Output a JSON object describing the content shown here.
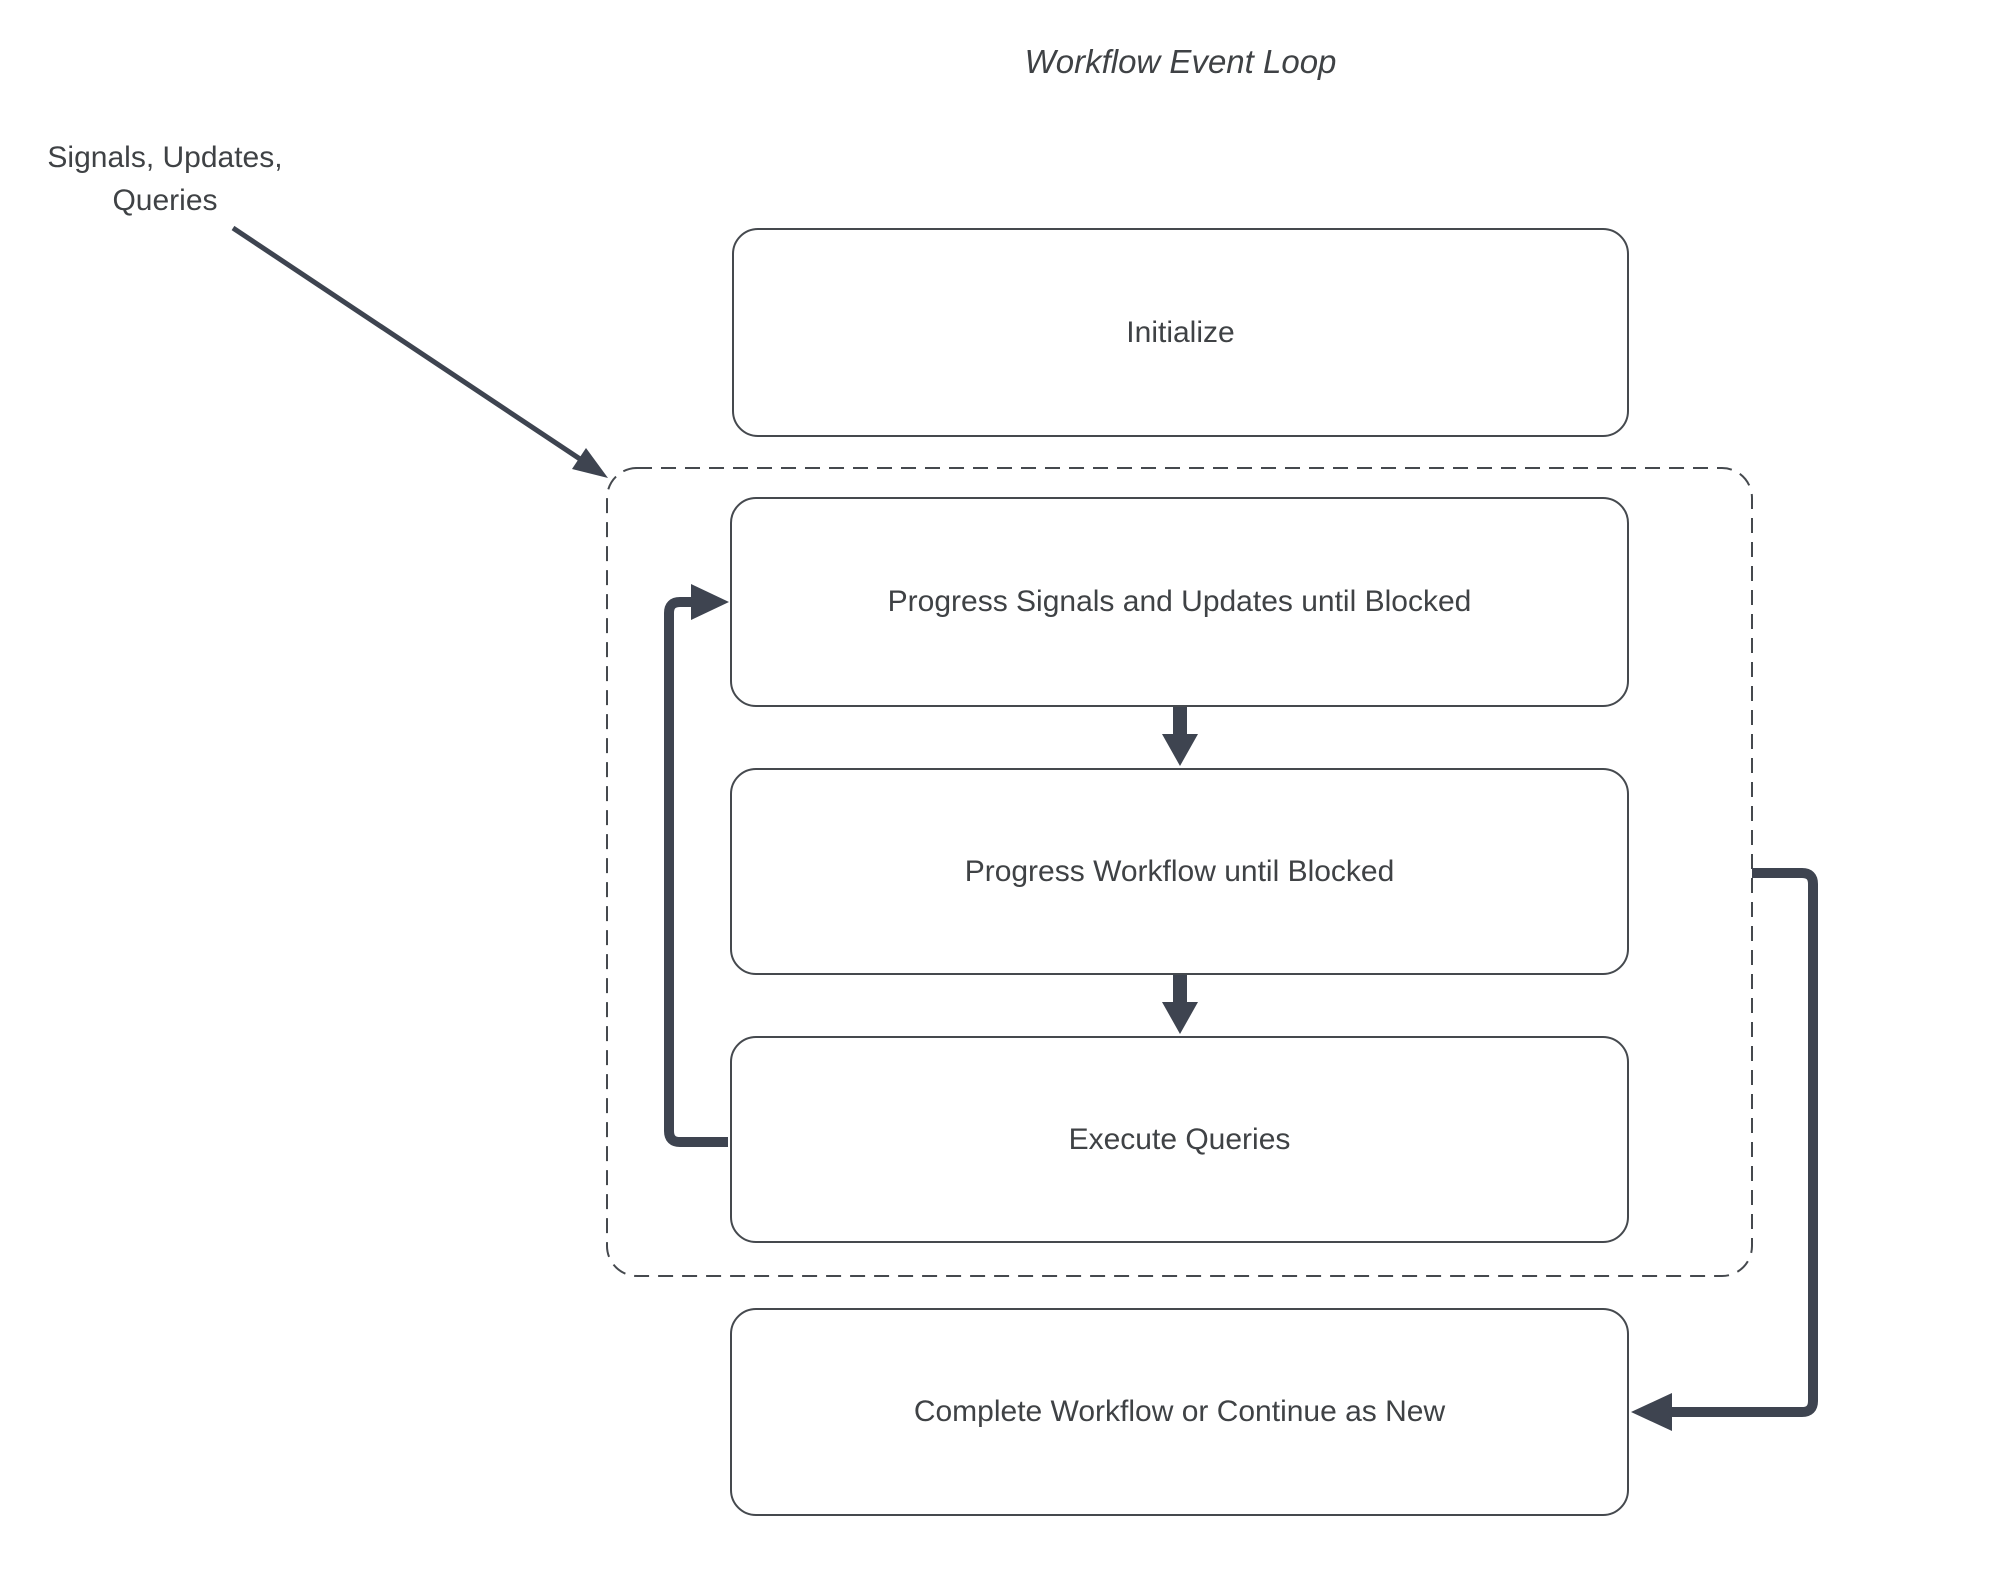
{
  "title": "Workflow Event Loop",
  "external_label": {
    "line1": "Signals, Updates,",
    "line2": "Queries"
  },
  "nodes": {
    "initialize": {
      "label": "Initialize"
    },
    "progress_signals": {
      "label": "Progress Signals and Updates until Blocked"
    },
    "progress_workflow": {
      "label": "Progress Workflow until Blocked"
    },
    "execute_queries": {
      "label": "Execute Queries"
    },
    "complete": {
      "label": "Complete Workflow or Continue as New"
    }
  },
  "connectors": {
    "signals_arrow": "signals-updates-queries into event-loop boundary",
    "down_arrow_1": "progress-signals to progress-workflow",
    "down_arrow_2": "progress-workflow to execute-queries",
    "loop_connector": "execute-queries back to progress-signals",
    "feedback_connector": "event-loop boundary to complete-workflow"
  },
  "colors": {
    "connector": "#3e4450",
    "border": "#45494e",
    "text": "#3f4245",
    "background": "#ffffff"
  }
}
